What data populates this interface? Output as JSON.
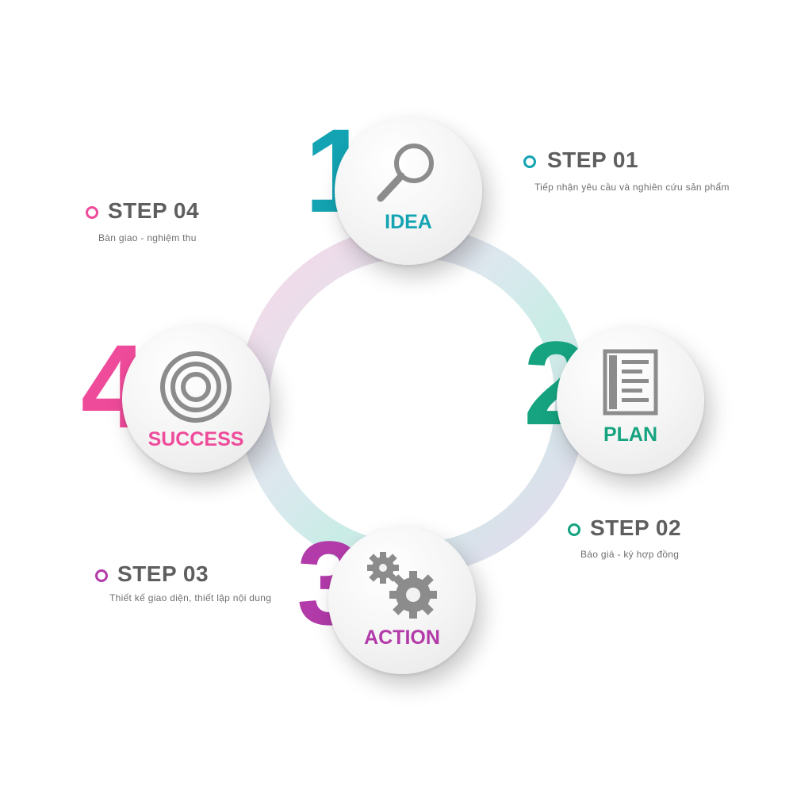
{
  "colors": {
    "teal": "#13a3b2",
    "green": "#16a37f",
    "purple": "#b23ba9",
    "pink": "#ef4b9b",
    "text_gray": "#5e5e5e",
    "icon_gray": "#8c8c8c"
  },
  "steps": [
    {
      "number": "1",
      "node_label": "IDEA",
      "icon": "magnifier-icon",
      "title": "STEP 01",
      "desc": "Tiếp nhận yêu cầu và nghiên cứu sản phẩm",
      "color": "#13a3b2"
    },
    {
      "number": "2",
      "node_label": "PLAN",
      "icon": "document-icon",
      "title": "STEP 02",
      "desc": "Báo giá - ký hợp đồng",
      "color": "#16a37f"
    },
    {
      "number": "3",
      "node_label": "ACTION",
      "icon": "gears-icon",
      "title": "STEP 03",
      "desc": "Thiết kế giao diện, thiết lập nội dung",
      "color": "#b23ba9"
    },
    {
      "number": "4",
      "node_label": "SUCCESS",
      "icon": "target-icon",
      "title": "STEP 04",
      "desc": "Bàn giao - nghiệm thu",
      "color": "#ef4b9b"
    }
  ]
}
